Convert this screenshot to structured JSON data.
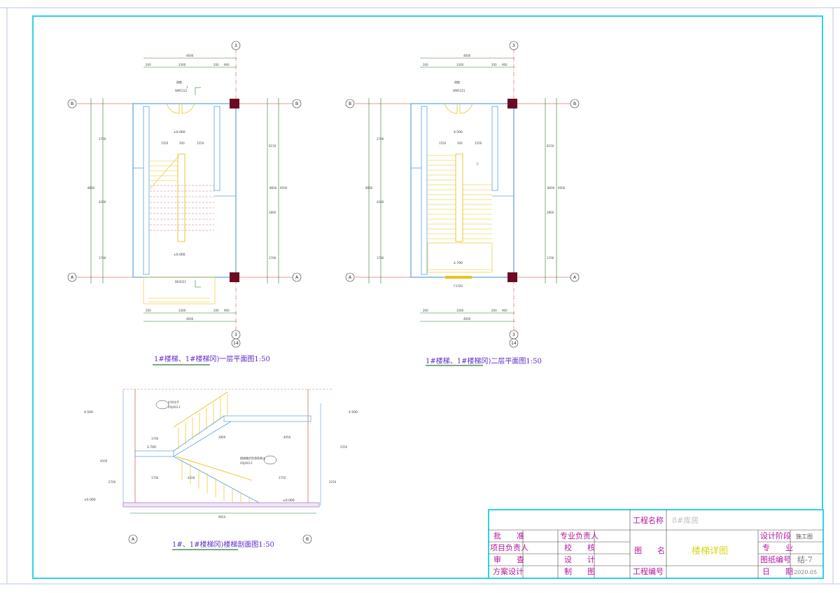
{
  "plans": [
    {
      "caption": "1#楼梯、1#楼梯冈)一层平面图1:50",
      "top_dims": [
        "4600",
        "200",
        "3300",
        "200",
        "900"
      ],
      "bottom_dims": [
        "200",
        "3300",
        "200",
        "900",
        "4600"
      ],
      "side_dims_left": [
        "2700",
        "4200",
        "1700",
        "8600"
      ],
      "side_dims_right": [
        "6150",
        "2800",
        "1700",
        "8600",
        "9500"
      ],
      "door_label": "疏散",
      "door_code": "WM1521",
      "level_top": "±0.000",
      "level_bottom": "±0.000",
      "bottom_door_code": "DK2021",
      "stair_widths": [
        "1550",
        "200",
        "1550"
      ],
      "arrow_no": "1"
    },
    {
      "caption": "1#楼梯、1#楼梯冈)二层平面图1:50",
      "top_dims": [
        "4600",
        "200",
        "3300",
        "200",
        "900"
      ],
      "bottom_dims": [
        "200",
        "3300",
        "200",
        "900",
        "4600"
      ],
      "side_dims_left": [
        "2700",
        "4200",
        "1700",
        "8600"
      ],
      "side_dims_right": [
        "6150",
        "2800",
        "1700",
        "8600",
        "9500"
      ],
      "door_label": "疏散",
      "door_code": "WM1521",
      "level_top": "4.500",
      "level_bottom": "2.700",
      "bottom_door_code": "C1520",
      "stair_widths": [
        "1550",
        "200",
        "1550"
      ],
      "arrow_no": "下"
    }
  ],
  "section": {
    "caption": "1#、1#楼梯冈)楼梯剖面图1:50",
    "levels": [
      "4.500",
      "4.500",
      "2.700",
      "±0.000",
      "±0.000"
    ],
    "dims": [
      "1700",
      "2800",
      "4050",
      "1700",
      "4200",
      "2750",
      "9650",
      "2700",
      "4500",
      "2550",
      "2250"
    ],
    "note1": "栏杆扶手",
    "note1_ref": "05J403-1",
    "note2": "楼梯踏步防滑条做法",
    "note2_ref": "05J403-1"
  },
  "grid": {
    "A": "A",
    "B": "B",
    "n3": "3",
    "n14": "14"
  },
  "title_block": {
    "project_name_label": "工程名称",
    "project_name_value": "8#库房",
    "approve": "批　　准",
    "project_leader": "项目负责人",
    "review": "审　　查",
    "scheme": "方案设计",
    "spec_leader": "专业负责人",
    "check": "校　　核",
    "design": "设　　计",
    "draw": "制　　图",
    "drawing_name_label": "图　　名",
    "drawing_name_value": "楼梯详图",
    "project_no_label": "工程编号",
    "stage_label": "设计阶段",
    "stage_value": "施工图",
    "discipline_label": "专　　业",
    "drawing_no_label": "图纸编号",
    "drawing_no_value": "结-7",
    "date_label": "日　　期",
    "date_value": "2020.05"
  }
}
